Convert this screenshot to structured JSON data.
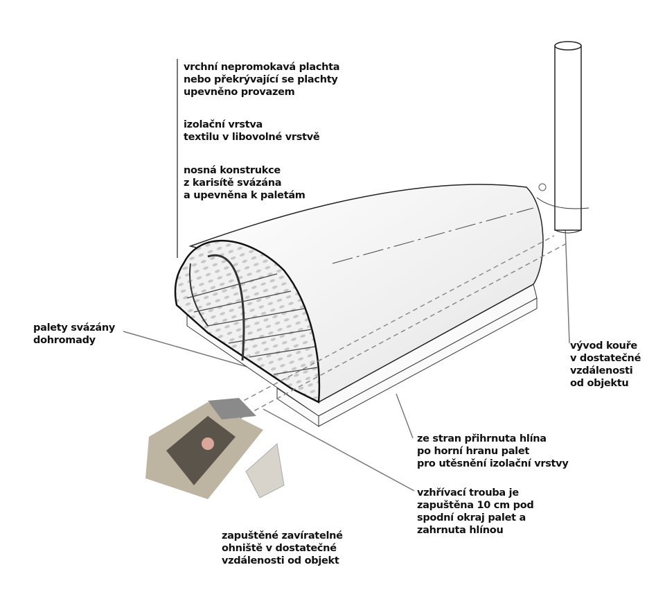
{
  "labels": {
    "top_tarp": [
      "vrchní nepromokavá plachta",
      "nebo překrývající se plachty",
      "upevněno provazem"
    ],
    "insulation": [
      "izolační vrstva",
      "textilu v libovolné vrstvě"
    ],
    "structure": [
      "nosná konstrukce",
      "z karisítě svázána",
      "a upevněna k paletám"
    ],
    "pallets": [
      "palety svázány",
      "dohromady"
    ],
    "chimney": [
      "vývod kouře",
      "v dostatečné",
      "vzdálenosti",
      "od objektu"
    ],
    "soil": [
      "ze stran přihrnuta hlína",
      "po horní hranu palet",
      "pro utěsnění izolační vrstvy"
    ],
    "pipe": [
      "vzhřívací trouba je",
      "zapuštěna 10 cm pod",
      "spodní okraj palet a",
      "zahrnuta hlínou"
    ],
    "fireplace": [
      "zapuštěné zavíratelné",
      "ohniště v dostatečné",
      "vzdálenosti od objekt"
    ]
  },
  "colors": {
    "line": "#222222",
    "leader": "#666666",
    "mesh": "#d8d8d8",
    "photo": "#b5ab98"
  }
}
